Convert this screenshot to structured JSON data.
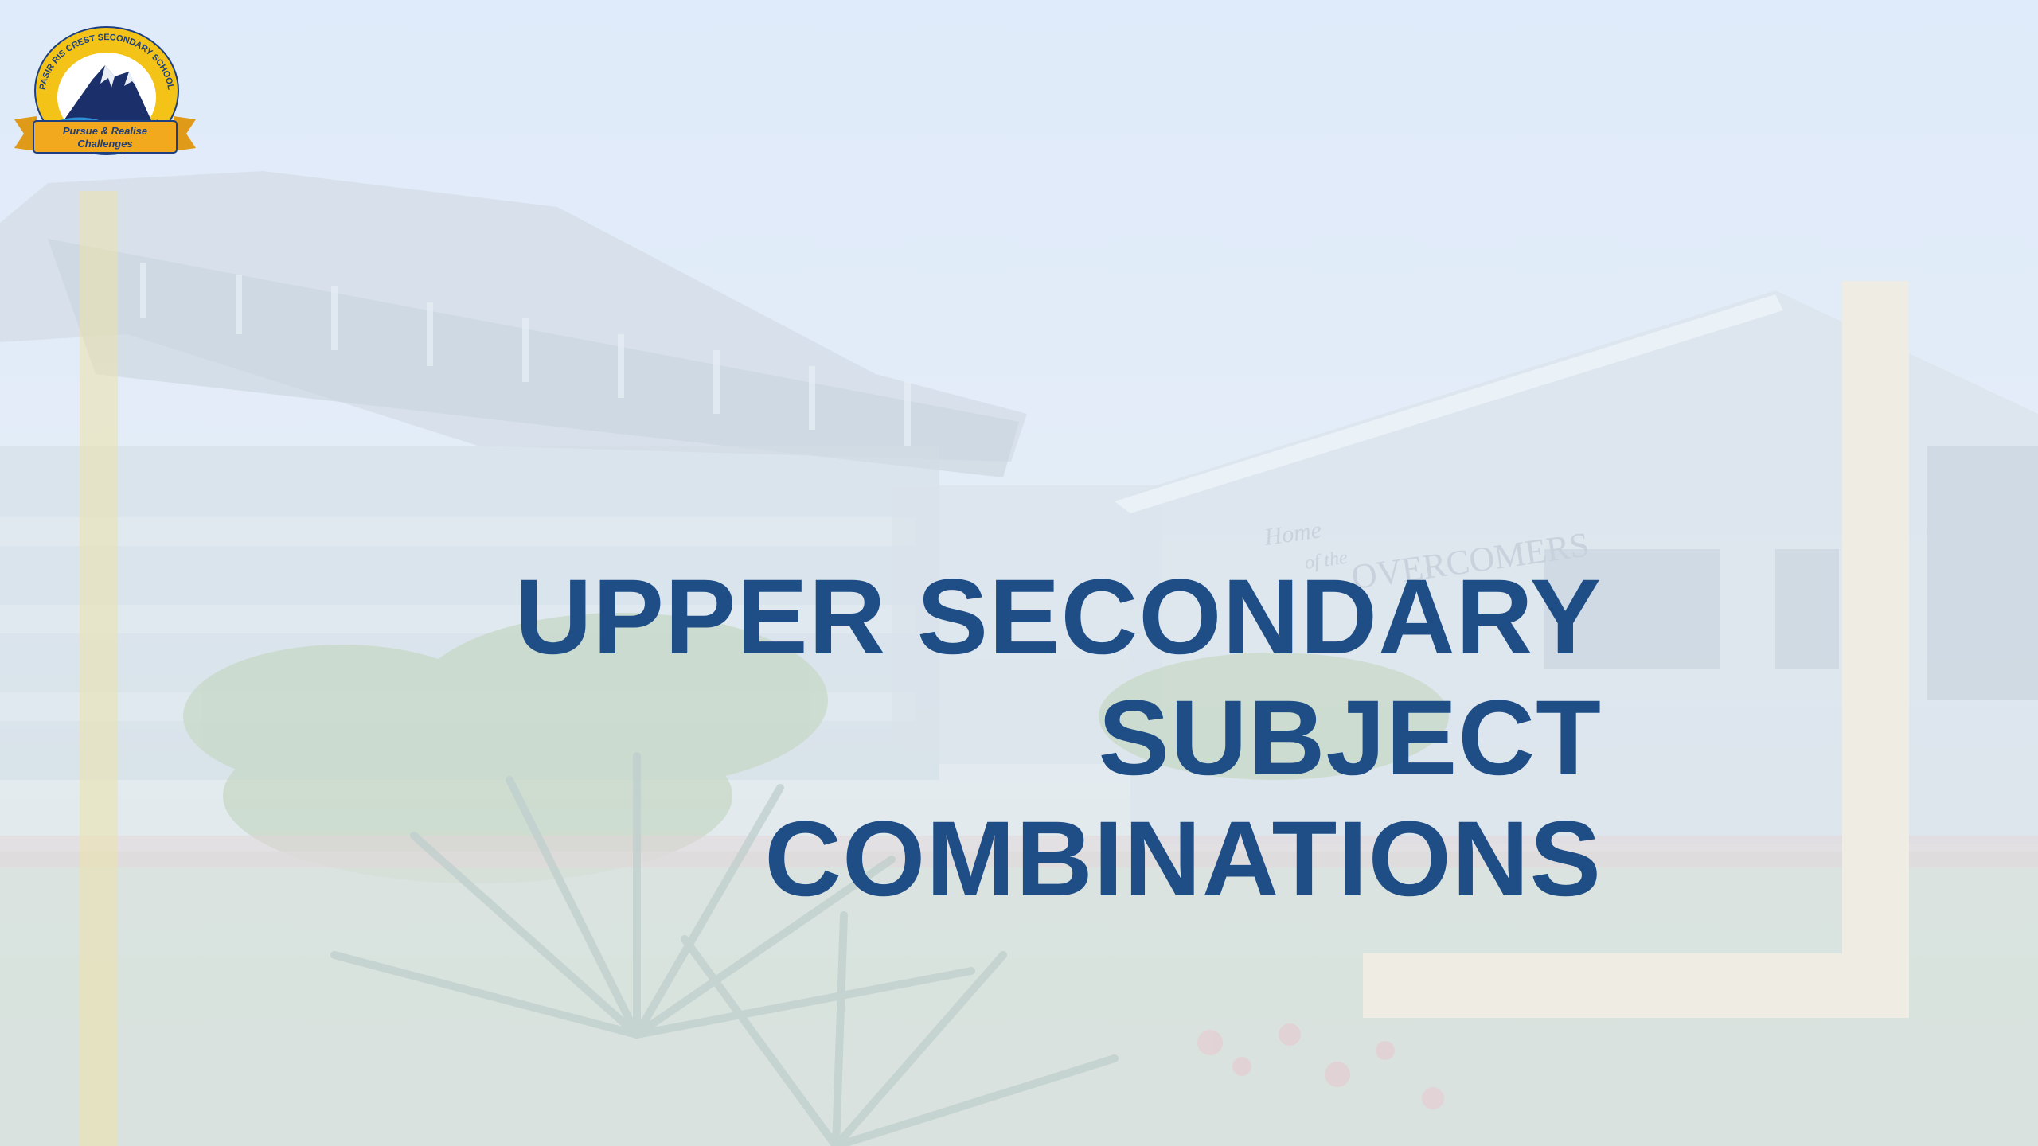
{
  "logo": {
    "school_name": "PASIR RIS CREST SECONDARY SCHOOL",
    "motto_line1": "Pursue & Realise",
    "motto_line2": "Challenges"
  },
  "background": {
    "sign_line1": "Home",
    "sign_line2": "of the",
    "sign_line3": "OVERCOMERS"
  },
  "title": {
    "line1": "UPPER SECONDARY",
    "line2": "SUBJECT",
    "line3": "COMBINATIONS"
  },
  "colors": {
    "title": "#1f4e86",
    "bracket": "#efede3",
    "logo_yellow": "#f3c318",
    "logo_blue": "#1b3f82"
  }
}
